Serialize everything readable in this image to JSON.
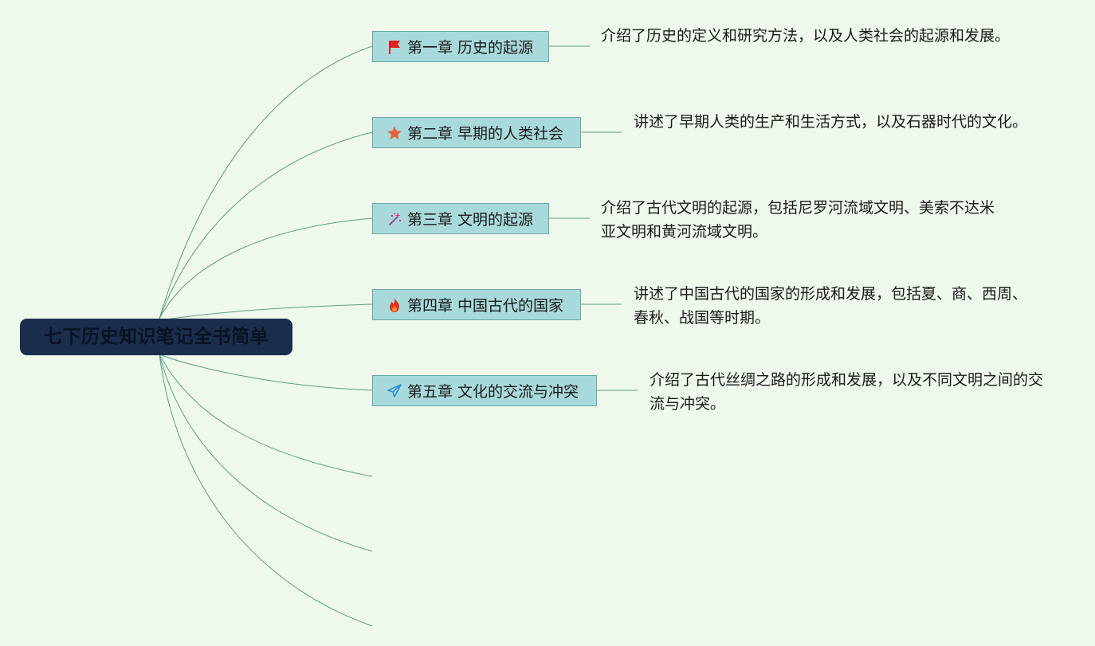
{
  "root": {
    "title": "七下历史知识笔记全书简单"
  },
  "chapters": [
    {
      "title": "第一章 历史的起源",
      "icon": "red-flag-icon",
      "description": "介绍了历史的定义和研究方法，以及人类社会的起源和发展。"
    },
    {
      "title": "第二章 早期的人类社会",
      "icon": "star-icon",
      "description": "讲述了早期人类的生产和生活方式，以及石器时代的文化。"
    },
    {
      "title": "第三章 文明的起源",
      "icon": "sparkle-icon",
      "description": "介绍了古代文明的起源，包括尼罗河流域文明、美索不达米亚文明和黄河流域文明。"
    },
    {
      "title": "第四章 中国古代的国家",
      "icon": "fire-icon",
      "description": "讲述了中国古代的国家的形成和发展，包括夏、商、西周、春秋、战国等时期。"
    },
    {
      "title": "第五章 文化的交流与冲突",
      "icon": "paper-plane-icon",
      "description": "介绍了古代丝绸之路的形成和发展，以及不同文明之间的交流与冲突。"
    }
  ],
  "colors": {
    "background": "#eef8ec",
    "root_fill": "#1b2d4d",
    "root_text": "#0b1324",
    "chapter_fill": "#a8dadb",
    "chapter_border": "#6aa6a4",
    "connector": "#5e9e88"
  }
}
